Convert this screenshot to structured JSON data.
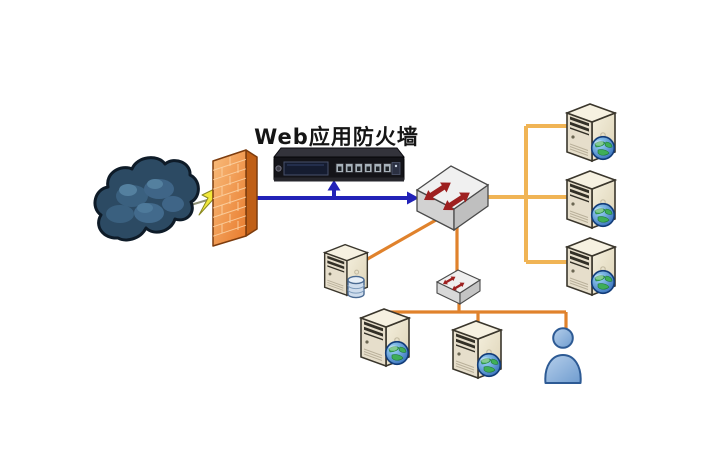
{
  "diagram": {
    "title": "Web应用防火墙",
    "nodes": [
      {
        "id": "internet-cloud",
        "type": "cloud"
      },
      {
        "id": "attack-lightning",
        "type": "lightning-bolt"
      },
      {
        "id": "firewall-wall",
        "type": "brick-wall"
      },
      {
        "id": "waf-appliance",
        "type": "rack-appliance",
        "label": "Web应用防火墙"
      },
      {
        "id": "core-switch",
        "type": "switch"
      },
      {
        "id": "web-server-1",
        "type": "server-with-globe"
      },
      {
        "id": "web-server-2",
        "type": "server-with-globe"
      },
      {
        "id": "web-server-3",
        "type": "server-with-globe"
      },
      {
        "id": "database-server",
        "type": "server-with-database"
      },
      {
        "id": "access-hub",
        "type": "small-switch"
      },
      {
        "id": "web-server-4",
        "type": "server-with-globe"
      },
      {
        "id": "web-server-5",
        "type": "server-with-globe"
      },
      {
        "id": "user-figure",
        "type": "person"
      }
    ],
    "connections": [
      {
        "from": "internet-cloud",
        "to": "firewall-wall",
        "style": "grey-line-with-lightning"
      },
      {
        "from": "firewall-wall",
        "to": "core-switch",
        "style": "blue-arrow",
        "via": "waf-appliance"
      },
      {
        "from": "core-switch",
        "to": "web-server-1",
        "style": "trunk-orange"
      },
      {
        "from": "core-switch",
        "to": "web-server-2",
        "style": "trunk-orange"
      },
      {
        "from": "core-switch",
        "to": "web-server-3",
        "style": "trunk-orange"
      },
      {
        "from": "core-switch",
        "to": "database-server",
        "style": "lan-orange"
      },
      {
        "from": "core-switch",
        "to": "access-hub",
        "style": "lan-orange"
      },
      {
        "from": "access-hub",
        "to": "web-server-4",
        "style": "lan-orange"
      },
      {
        "from": "access-hub",
        "to": "web-server-5",
        "style": "lan-orange"
      },
      {
        "from": "access-hub",
        "to": "user-figure",
        "style": "lan-orange"
      }
    ],
    "colors": {
      "flow_blue": "#2222b8",
      "lan_orange": "#e0822c",
      "trunk_orange": "#f0b455",
      "grey_line": "#8f9176",
      "lightning_yellow": "#f2e93c",
      "wall_orange": "#ee8a38",
      "cloud_blue": "#2c4a63",
      "switch_arrow_red": "#9e2020",
      "server_beige": "#e6decb",
      "globe_blue": "#2f6fba",
      "person_blue": "#84abd8",
      "appliance_black": "#141419",
      "title_color": "#151515"
    }
  }
}
